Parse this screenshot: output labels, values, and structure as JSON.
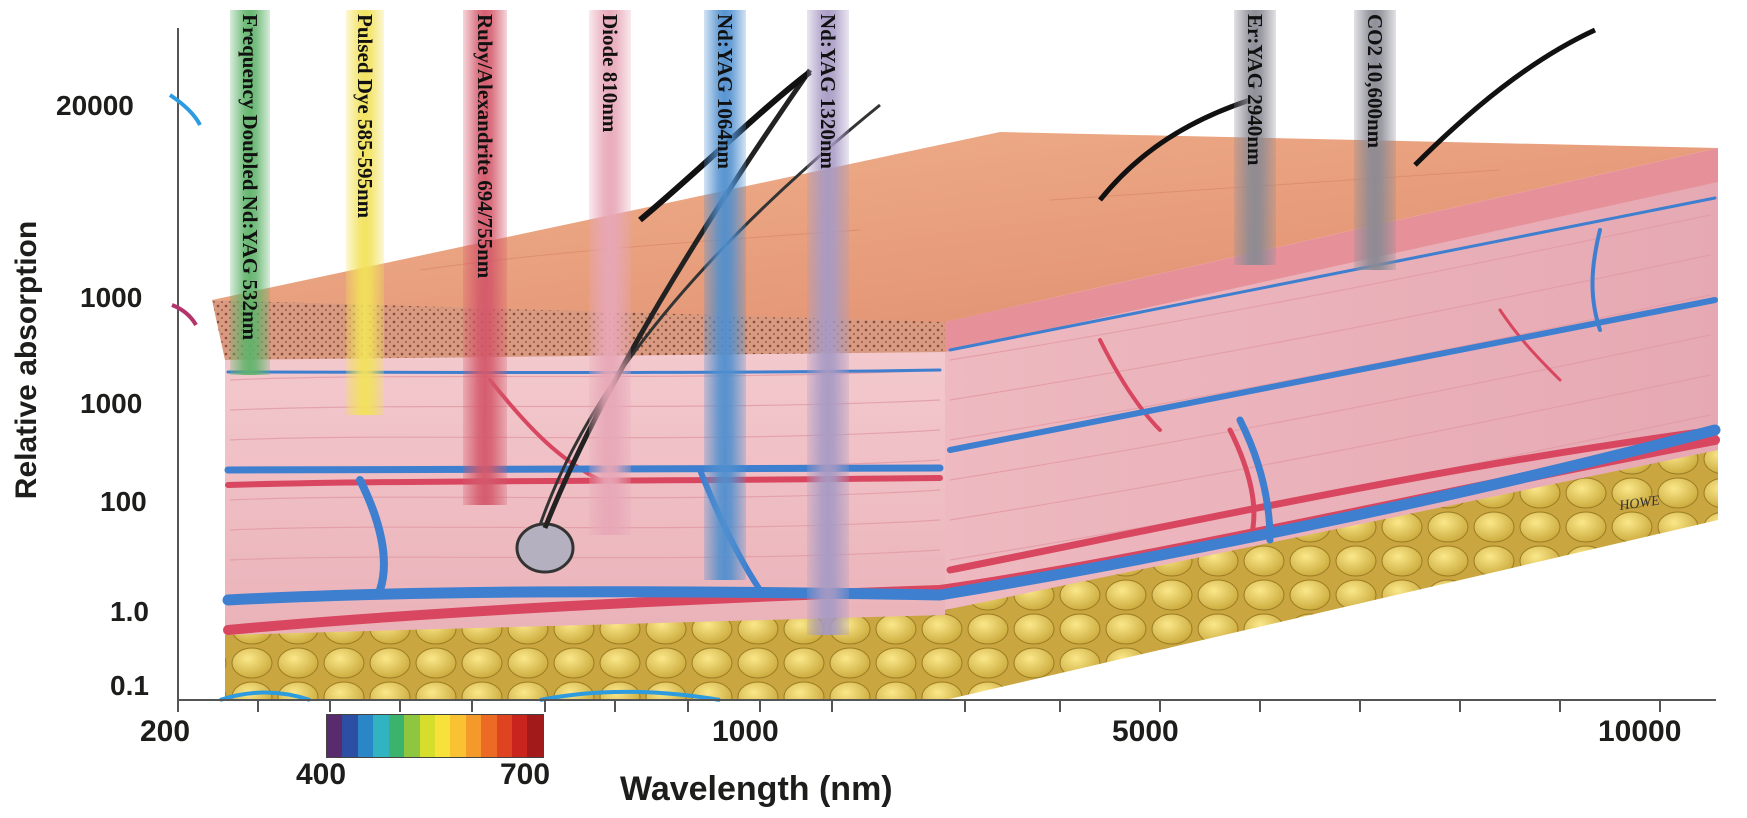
{
  "axes": {
    "y_title": "Relative absorption",
    "y_ticks": [
      "20000",
      "1000",
      "1000",
      "100",
      "1.0",
      "0.1"
    ],
    "x_title": "Wavelength (nm)",
    "x_ticks": [
      "200",
      "1000",
      "5000",
      "10000"
    ],
    "spectrum_ticks": [
      "400",
      "700"
    ]
  },
  "lasers": [
    {
      "label": "Frequency Doubled Nd:YAG 532nm",
      "color": "#5fb36a"
    },
    {
      "label": "Pulsed Dye 585-595nm",
      "color": "#f2e25a"
    },
    {
      "label": "Ruby/Alexandrite 694/755nm",
      "color": "#d4586a"
    },
    {
      "label": "Diode 810nm",
      "color": "#e7a7b7"
    },
    {
      "label": "Nd:YAG 1064nm",
      "color": "#4f8fcf"
    },
    {
      "label": "Nd:YAG 1320nm",
      "color": "#a79ac4"
    },
    {
      "label": "Er:YAG 2940nm",
      "color": "#8a8a94"
    },
    {
      "label": "CO2 10,600nm",
      "color": "#8a8a94"
    }
  ],
  "annotations": {
    "artist_signature": "HOWE"
  },
  "colors": {
    "epidermis": "#e9a37f",
    "dermis": "#f1c3c6",
    "fat": "#e7c95a",
    "vein": "#3f7fcf",
    "artery": "#d8475f"
  }
}
